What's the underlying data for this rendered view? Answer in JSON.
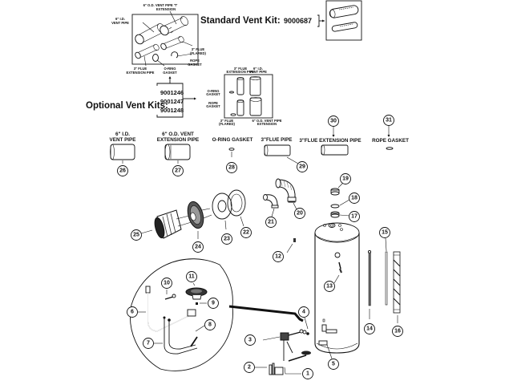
{
  "standard_kit": {
    "label": "Standard Vent Kit:",
    "part_number": "9000687",
    "contents": {
      "od_vent_pipe_line1": "6\" O.D. VENT PIPE 'T'",
      "od_vent_pipe_line2": "EXTENSION",
      "id_vent_pipe_line1": "6\" I.D.",
      "id_vent_pipe_line2": "VENT PIPE",
      "flue_flared_line1": "3\" FLUE",
      "flue_flared_line2": "(FLARED)",
      "rope_gasket_line1": "ROPE",
      "rope_gasket_line2": "GASKET",
      "flue_ext_line1": "3\" FLUE",
      "flue_ext_line2": "EXTENSION PIPE",
      "oring_line1": "O-RING",
      "oring_line2": "GASKET"
    }
  },
  "optional_kits": {
    "label": "Optional Vent Kits:",
    "part_numbers": [
      "9001246",
      "9001247",
      "9001248"
    ],
    "contents": {
      "flue_ext_line1": "3\" FLUE",
      "flue_ext_line2": "EXTENSION PIPE",
      "id_vent_line1": "6\" I.D.",
      "id_vent_line2": "VENT PIPE",
      "oring_line1": "O-RING",
      "oring_line2": "GASKET",
      "rope_line1": "ROPE",
      "rope_line2": "GASKET",
      "flue_flared_line1": "3\" FLUE",
      "flue_flared_line2": "(FLARED)",
      "od_vent_line1": "6\" O.D. VENT PIPE",
      "od_vent_line2": "EXTENSION"
    }
  },
  "parts_row": [
    {
      "number": "26",
      "label_line1": "6\" I.D.",
      "label_line2": "VENT PIPE"
    },
    {
      "number": "27",
      "label_line1": "6\" O.D. VENT",
      "label_line2": "EXTENSION PIPE"
    },
    {
      "number": "28",
      "label_line1": "O-RING GASKET",
      "label_line2": ""
    },
    {
      "number": "29",
      "label_line1": "3\"FLUE PIPE",
      "label_line2": ""
    },
    {
      "number": "30",
      "label_line1": "3\"FLUE EXTENSION PIPE",
      "label_line2": ""
    },
    {
      "number": "31",
      "label_line1": "ROPE GASKET",
      "label_line2": ""
    }
  ],
  "callouts": {
    "c1": "1",
    "c2": "2",
    "c3": "3",
    "c4": "4",
    "c5": "5",
    "c6": "6",
    "c7": "7",
    "c8": "8",
    "c9": "9",
    "c10": "10",
    "c11": "11",
    "c12": "12",
    "c13": "13",
    "c14": "14",
    "c15": "15",
    "c16": "16",
    "c17": "17",
    "c18": "18",
    "c19": "19",
    "c20": "20",
    "c21": "21",
    "c22": "22",
    "c23": "23",
    "c24": "24",
    "c25": "25"
  }
}
